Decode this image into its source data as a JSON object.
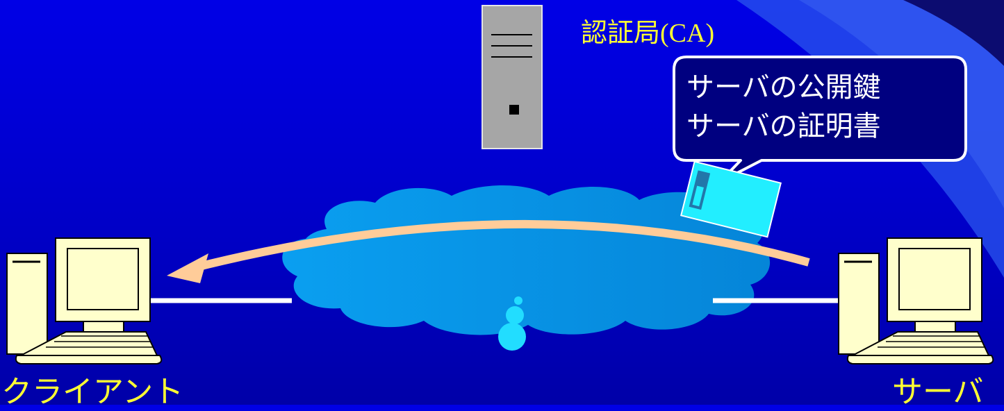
{
  "ca": {
    "label": "認証局",
    "abbr": "(CA)"
  },
  "callout": {
    "line1": "サーバの公開鍵",
    "line2": "サーバの証明書"
  },
  "nodes": {
    "client": "クライアント",
    "server": "サーバ"
  },
  "colors": {
    "background": "#0000d8",
    "label": "#ffff33",
    "cloud": "#0a95e8",
    "arrow": "#ffcc99",
    "monitor": "#ffffcc",
    "ca_server": "#a6a6a6",
    "certificate": "#22eeff",
    "callout_fill": "#000080"
  },
  "icons": [
    "ca-server-icon",
    "client-computer-icon",
    "server-computer-icon",
    "network-cloud-icon",
    "certificate-icon"
  ]
}
